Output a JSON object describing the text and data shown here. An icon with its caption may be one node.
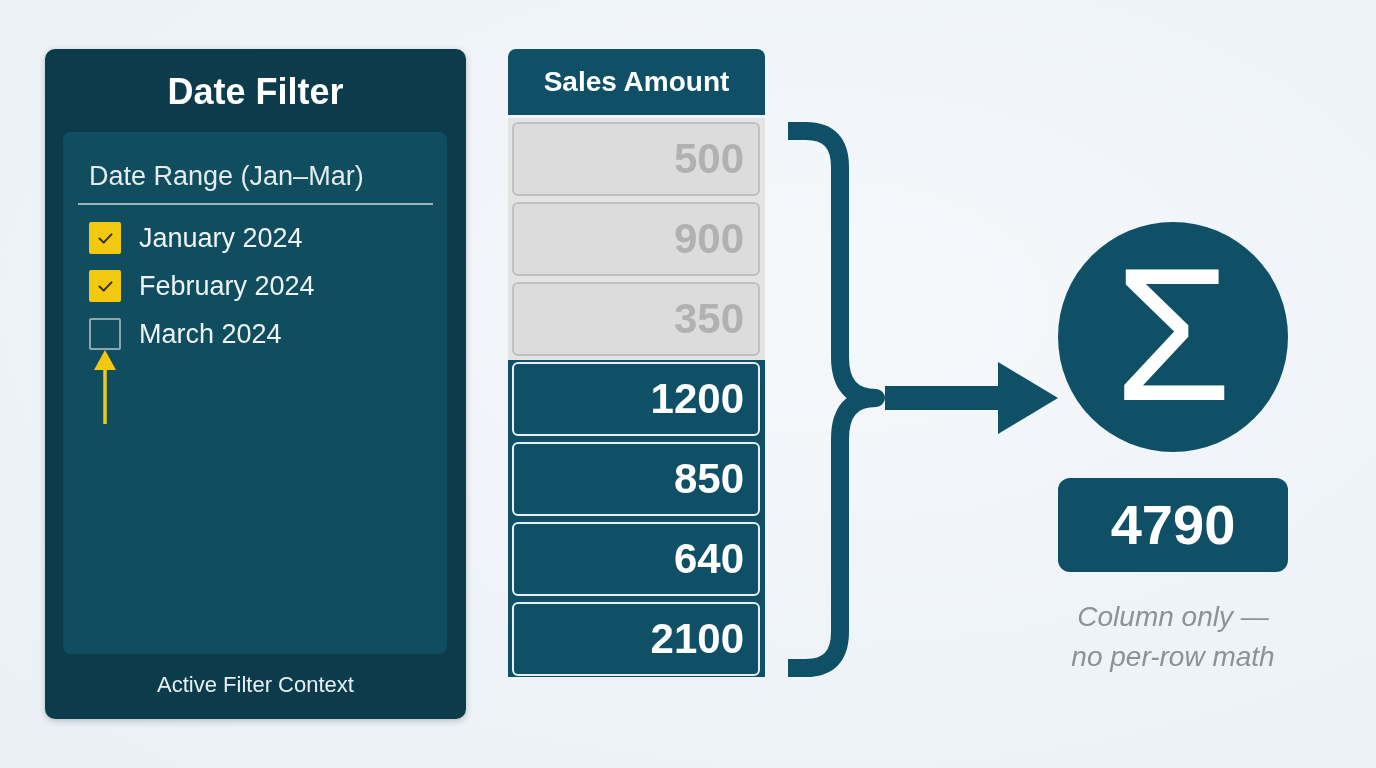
{
  "diagram": {
    "nodes": [
      {
        "text": [
          "Date Filter",
          "Active Filter Context"
        ]
      },
      {
        "text": [
          "Date Range (Jan–Mar)"
        ],
        "in": 0
      },
      {
        "text": [],
        "shape": "box",
        "in": 1,
        "beside": [
          "January 2024"
        ]
      },
      {
        "text": [],
        "shape": "box",
        "in": 1,
        "beside": [
          "February 2024"
        ]
      },
      {
        "text": [],
        "shape": "box",
        "in": 1,
        "beside": [
          "March 2024"
        ]
      },
      {
        "text": [
          "Sales Amount"
        ]
      },
      {
        "text": [
          "500"
        ],
        "in": 5
      },
      {
        "text": [
          "900"
        ],
        "in": 5
      },
      {
        "text": [
          "350"
        ],
        "in": 5
      },
      {
        "text": [
          "1200"
        ],
        "in": 5
      },
      {
        "text": [
          "850"
        ],
        "in": 5
      },
      {
        "text": [
          "640"
        ],
        "in": 5
      },
      {
        "text": [
          "2100"
        ],
        "in": 5
      },
      {
        "text": [],
        "shape": "brace"
      },
      {
        "text": [
          "Σ"
        ]
      },
      {
        "text": [
          "4790"
        ],
        "beside": [
          "Column only — no per-row math"
        ]
      }
    ],
    "edges": [
      {
        "from": null,
        "to": 4,
        "arrow": "to",
        "color": "#f2c811"
      },
      {
        "from": 13,
        "to": 14,
        "arrow": "to",
        "style": "thick",
        "color": "#0f5066"
      }
    ]
  }
}
